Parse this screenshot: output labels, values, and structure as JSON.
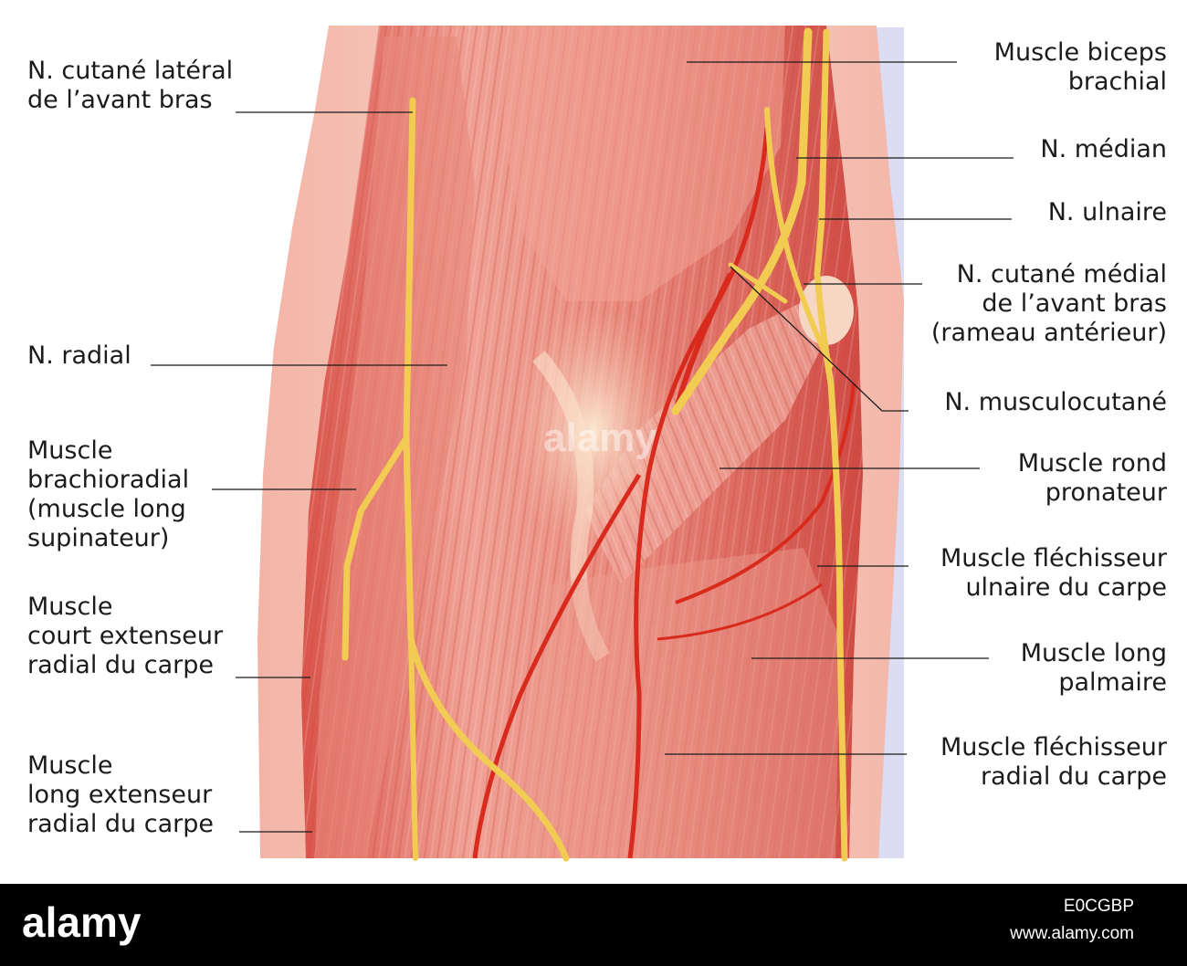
{
  "labels": [
    {
      "id": "lbl-cutane-lateral",
      "text": "N. cutané latéral\nde l’avant bras",
      "side": "left"
    },
    {
      "id": "lbl-radial",
      "text": "N. radial",
      "side": "left"
    },
    {
      "id": "lbl-brachioradial",
      "text": "Muscle\nbrachioradial\n(muscle long\nsupinateur)",
      "side": "left"
    },
    {
      "id": "lbl-court-extenseur",
      "text": "Muscle\ncourt extenseur\nradial du carpe",
      "side": "left"
    },
    {
      "id": "lbl-long-extenseur",
      "text": "Muscle\nlong extenseur\nradial du carpe",
      "side": "left"
    },
    {
      "id": "lbl-biceps",
      "text": "Muscle biceps\nbrachial",
      "side": "right"
    },
    {
      "id": "lbl-median",
      "text": "N. médian",
      "side": "right"
    },
    {
      "id": "lbl-ulnaire",
      "text": "N. ulnaire",
      "side": "right"
    },
    {
      "id": "lbl-cutane-medial",
      "text": "N. cutané médial\nde l’avant bras\n(rameau antérieur)",
      "side": "right"
    },
    {
      "id": "lbl-musculocutane",
      "text": "N. musculocutané",
      "side": "right"
    },
    {
      "id": "lbl-rond-pronateur",
      "text": "Muscle rond\npronateur",
      "side": "right"
    },
    {
      "id": "lbl-flechisseur-ulnaire",
      "text": "Muscle fléchisseur\nulnaire du carpe",
      "side": "right"
    },
    {
      "id": "lbl-long-palmaire",
      "text": "Muscle long\npalmaire",
      "side": "right"
    },
    {
      "id": "lbl-flechisseur-radial",
      "text": "Muscle fléchisseur\nradial du carpe",
      "side": "right"
    }
  ],
  "watermark": {
    "brand": "alamy",
    "image_id": "E0CGBP",
    "url": "www.alamy.com"
  },
  "colors": {
    "muscle_light": "#f4b5aa",
    "muscle_mid": "#e57a6e",
    "muscle_dark": "#c8453e",
    "nerve": "#f2cc52",
    "artery": "#d92a1e",
    "skin": "#f6cfc4",
    "tendon": "#f7dcc4"
  }
}
